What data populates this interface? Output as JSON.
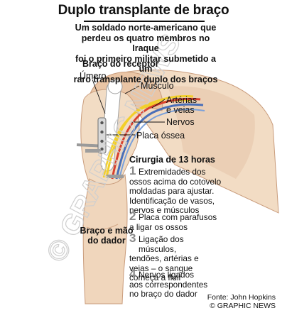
{
  "title": "Duplo transplante de braço",
  "lede": [
    "Um soldado norte-americano que",
    "perdeu os quatro membros no Iraque",
    "foi o primeiro militar submetido a um",
    "raro transplante duplo dos braços"
  ],
  "labels": {
    "receptor": "Braço do receptor",
    "umero": "Úmero",
    "musculo": "Músculo",
    "arterias": [
      "Artérias",
      "e veias"
    ],
    "nervos": "Nervos",
    "placa": "Placa óssea",
    "dador": [
      "Braço e mão",
      "do dador"
    ]
  },
  "steps_title": "Cirurgia de 13 horas",
  "steps": [
    {
      "num": "1",
      "lines": [
        "Extremidades dos",
        "ossos acima do cotovelo",
        "moldadas para ajustar.",
        "Identificação de vasos,",
        "nervos e músculos"
      ]
    },
    {
      "num": "2",
      "lines": [
        "Placa com parafusos",
        "a ligar os ossos"
      ]
    },
    {
      "num": "3",
      "lines": [
        "Ligação dos músculos,",
        "tendões, artérias e",
        "veias – o sangue",
        "começa a fluir"
      ]
    },
    {
      "num": "4",
      "lines": [
        "Nervos ligados",
        "aos correspondentes",
        "no braço do dador"
      ]
    }
  ],
  "credit": [
    "Fonte: John Hopkins",
    "© GRAPHIC NEWS"
  ],
  "watermark": "© GRAPHIC NEWS",
  "colors": {
    "skin": "#f2dcc4",
    "skin_shadow": "#e3bfa0",
    "artery": "#d8402e",
    "vein": "#4a6fb8",
    "nerve": "#f2cf2a",
    "bone": "#ffffff"
  }
}
